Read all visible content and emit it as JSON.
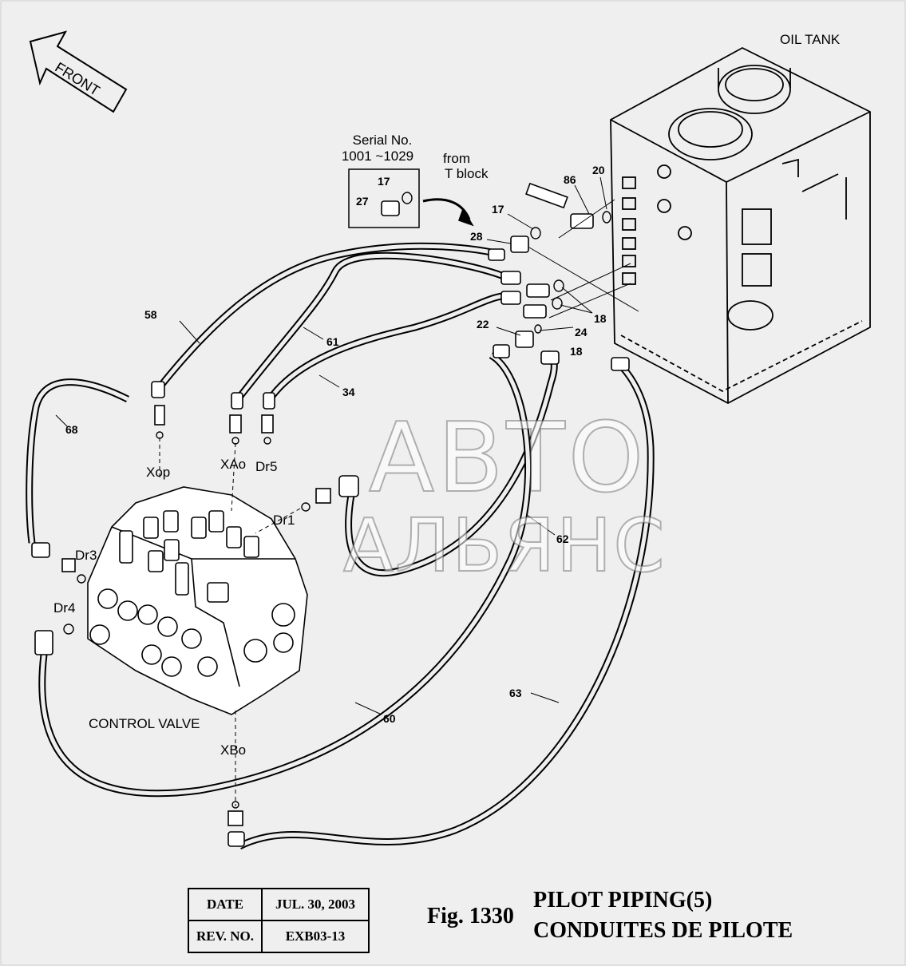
{
  "tank_label": "OIL TANK",
  "front_label": "FRONT",
  "serial": {
    "line1": "Serial No.",
    "line2": "1001 ~1029"
  },
  "from_tblock": {
    "line1": "from",
    "line2": "T block"
  },
  "port_labels": {
    "xop": "Xop",
    "xao": "XAo",
    "dr5": "Dr5",
    "dr1": "Dr1",
    "dr3": "Dr3",
    "dr4": "Dr4",
    "xbo": "XBo"
  },
  "valve_label": "CONTROL VALVE",
  "parts": {
    "p17a": "17",
    "p27": "27",
    "p86": "86",
    "p20": "20",
    "p17b": "17",
    "p28": "28",
    "p18a": "18",
    "p24": "24",
    "p22": "22",
    "p18b": "18",
    "p58": "58",
    "p61": "61",
    "p34": "34",
    "p68": "68",
    "p62": "62",
    "p63": "63",
    "p60": "60"
  },
  "title_block": {
    "date_key": "DATE",
    "date_val": "JUL. 30, 2003",
    "rev_key": "REV. NO.",
    "rev_val": "EXB03-13"
  },
  "figure": {
    "number": "Fig. 1330",
    "title_en": "PILOT PIPING(5)",
    "title_fr": "CONDUITES DE PILOTE"
  },
  "watermark": {
    "line1": "АВТО",
    "line2": "АЛЬЯНС"
  }
}
